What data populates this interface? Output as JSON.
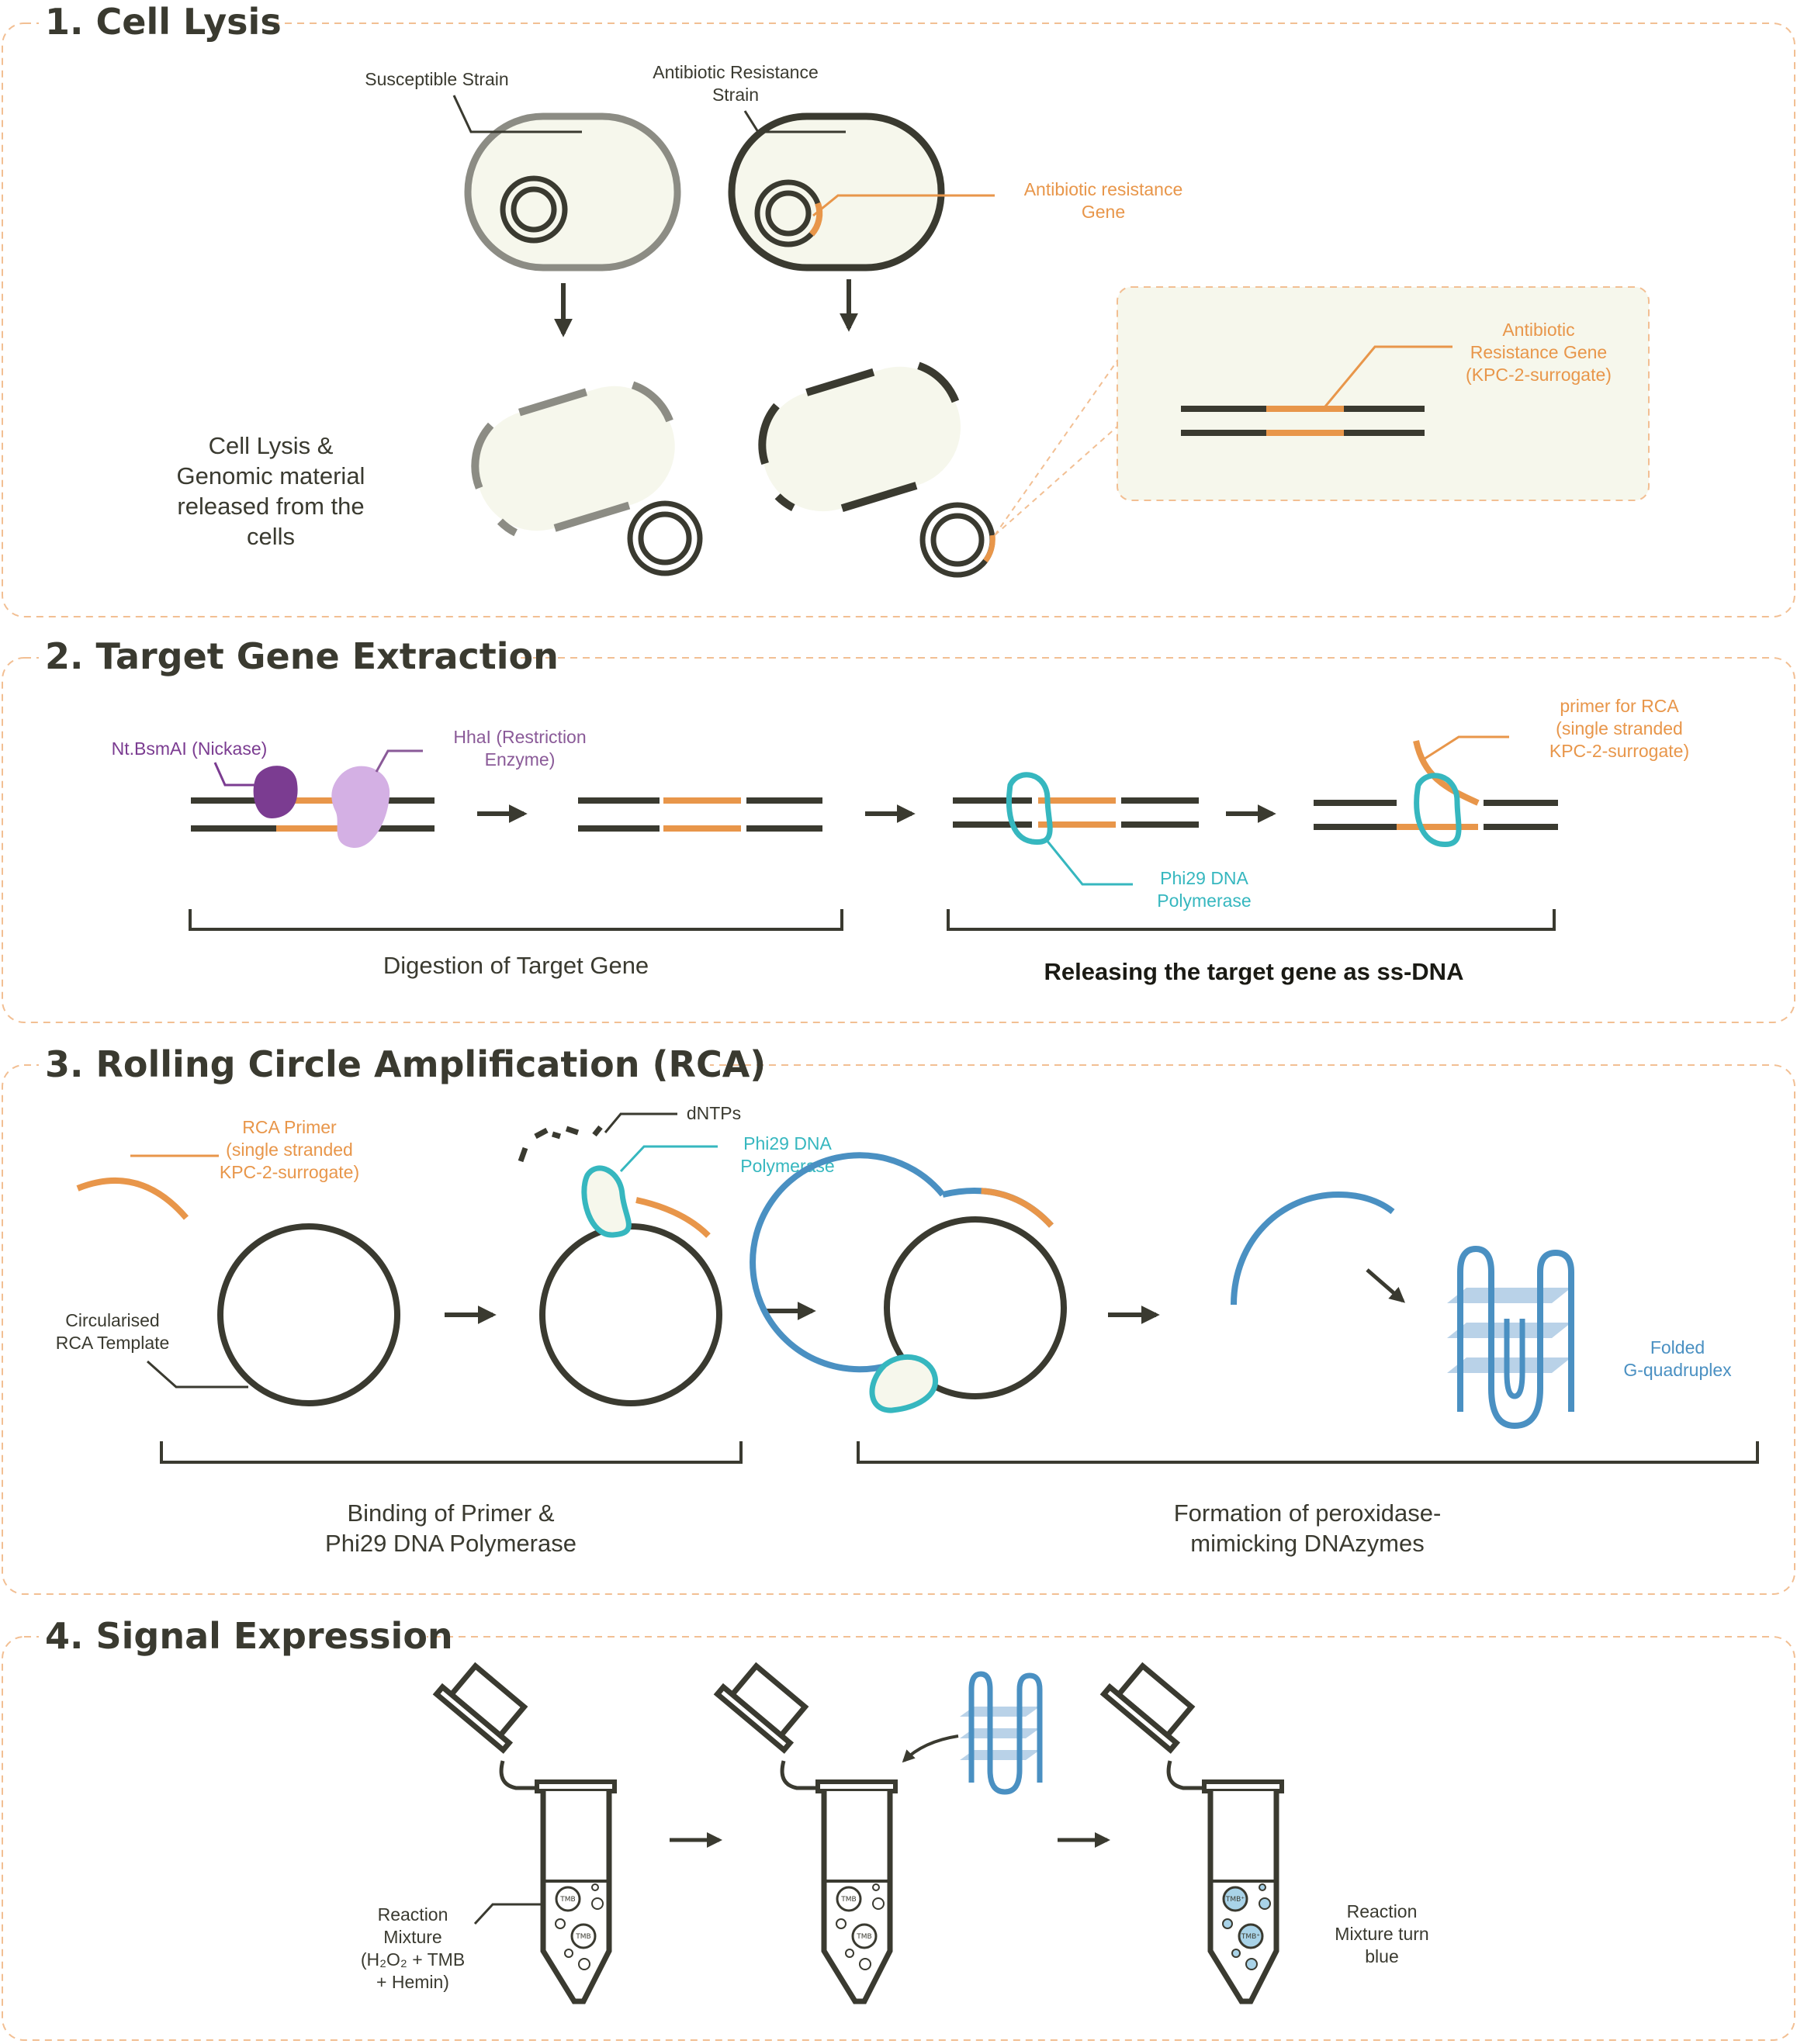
{
  "sections": [
    {
      "title": "1. Cell Lysis"
    },
    {
      "title": "2. Target Gene Extraction"
    },
    {
      "title": "3. Rolling Circle Amplification (RCA)"
    },
    {
      "title": "4. Signal Expression"
    }
  ],
  "s1": {
    "susceptible": "Susceptible Strain",
    "resistant": [
      "Antibiotic Resistance",
      "Strain"
    ],
    "resistance_gene": [
      "Antibiotic resistance",
      "Gene"
    ],
    "lysis": [
      "Cell Lysis &",
      "Genomic material",
      "released from the",
      "cells"
    ],
    "zoom_gene": [
      "Antibiotic",
      "Resistance Gene",
      "(KPC-2-surrogate)"
    ]
  },
  "s2": {
    "nickase": "Nt.BsmAI (Nickase)",
    "restriction": [
      "HhaI (Restriction",
      "Enzyme)"
    ],
    "primer": [
      "primer for RCA",
      "(single stranded",
      "KPC-2-surrogate)"
    ],
    "polymerase": [
      "Phi29 DNA",
      "Polymerase"
    ],
    "digestion": "Digestion of Target Gene",
    "releasing": "Releasing the target gene as ss-DNA"
  },
  "s3": {
    "rca_primer": [
      "RCA Primer",
      "(single stranded",
      "KPC-2-surrogate)"
    ],
    "template": [
      "Circularised",
      "RCA Template"
    ],
    "dntps": "dNTPs",
    "polymerase": [
      "Phi29 DNA",
      "Polymerase"
    ],
    "folded": [
      "Folded",
      "G-quadruplex"
    ],
    "binding": [
      "Binding of Primer &",
      "Phi29 DNA Polymerase"
    ],
    "formation": [
      "Formation of peroxidase-",
      "mimicking DNAzymes"
    ]
  },
  "s4": {
    "reaction_mixture": [
      "Reaction",
      "Mixture",
      "(H₂O₂ + TMB",
      "+ Hemin)"
    ],
    "turn_blue": [
      "Reaction",
      "Mixture turn",
      "blue"
    ],
    "tmb": "TMB",
    "tmb_ox": "TMB⁺"
  },
  "colors": {
    "dark": "#3a3a30",
    "orange": "#e8964a",
    "teal": "#36b7bf",
    "blue": "#4a90c2",
    "purple": "#7b3c91",
    "lilac": "#d4b0e4",
    "cell_fill": "#f6f7ec",
    "tmb_blue": "#a9d3e8"
  }
}
